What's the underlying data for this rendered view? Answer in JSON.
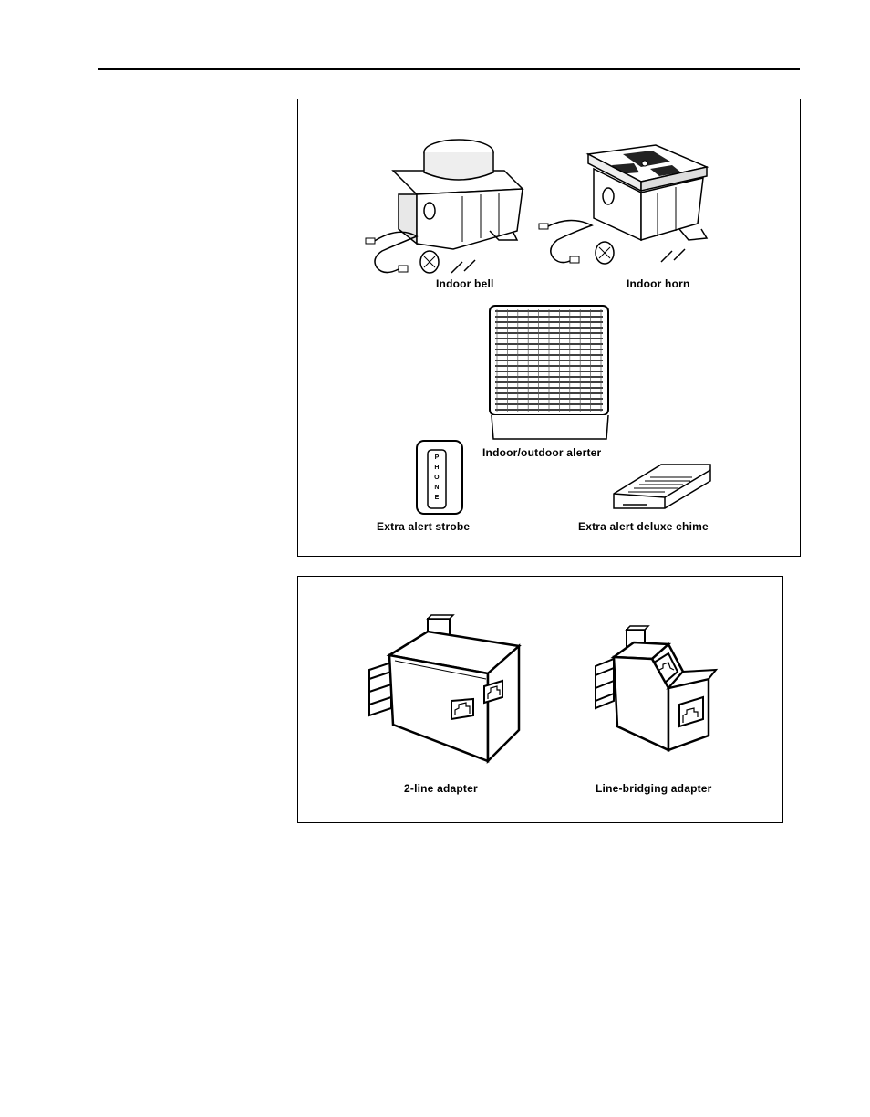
{
  "figure_top": {
    "captions": {
      "indoor_bell": "Indoor bell",
      "indoor_horn": "Indoor horn",
      "alerter": "Indoor/outdoor alerter",
      "strobe": "Extra alert strobe",
      "chime": "Extra alert deluxe chime"
    },
    "strobe_letters": [
      "P",
      "H",
      "O",
      "N",
      "E"
    ]
  },
  "figure_bottom": {
    "captions": {
      "two_line": "2-line  adapter",
      "bridging": "Line-bridging  adapter"
    }
  }
}
